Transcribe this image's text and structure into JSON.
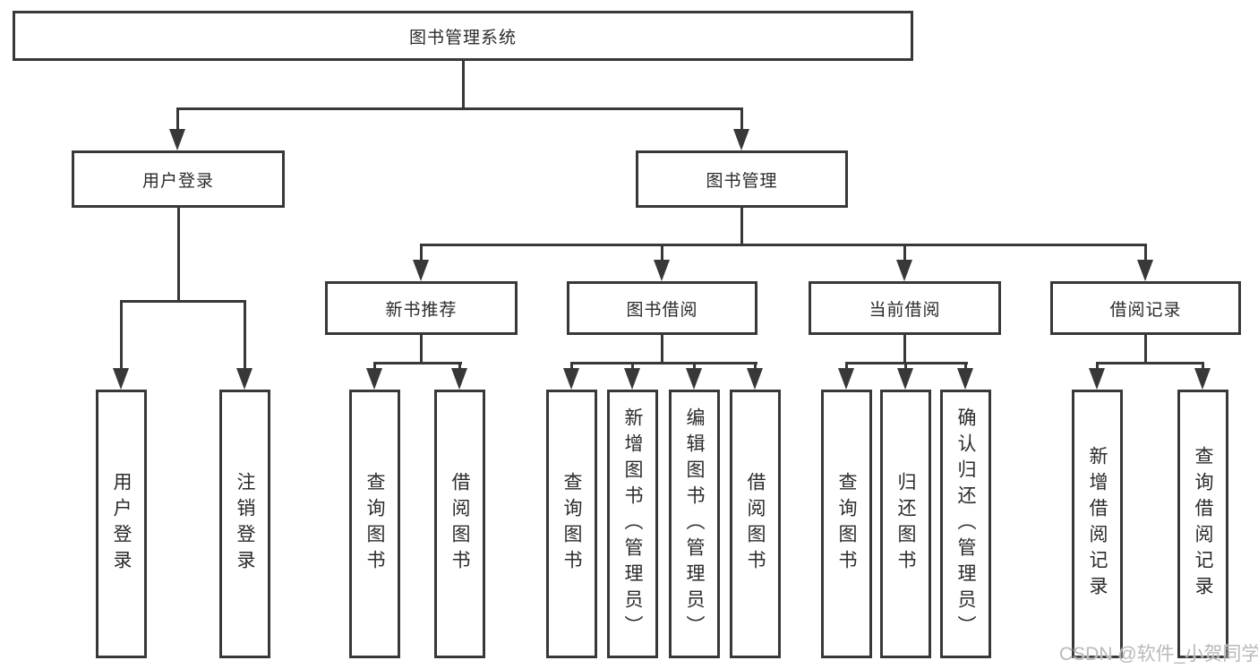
{
  "diagram": {
    "root": {
      "label": "图书管理系统"
    },
    "login": {
      "label": "用户登录",
      "children": [
        "用户登录",
        "注销登录"
      ]
    },
    "mgmt": {
      "label": "图书管理",
      "sections": [
        {
          "label": "新书推荐",
          "children": [
            "查询图书",
            "借阅图书"
          ]
        },
        {
          "label": "图书借阅",
          "children": [
            "查询图书",
            "新增图书（管理员）",
            "编辑图书（管理员）",
            "借阅图书"
          ]
        },
        {
          "label": "当前借阅",
          "children": [
            "查询图书",
            "归还图书",
            "确认归还（管理员）"
          ]
        },
        {
          "label": "借阅记录",
          "children": [
            "新增借阅记录",
            "查询借阅记录"
          ]
        }
      ]
    },
    "watermark": "CSDN @软件_小贺同学",
    "colors": {
      "line": "#383838",
      "text": "#2b2b2b",
      "watermark": "#b9b9b9",
      "background": "#ffffff"
    }
  }
}
